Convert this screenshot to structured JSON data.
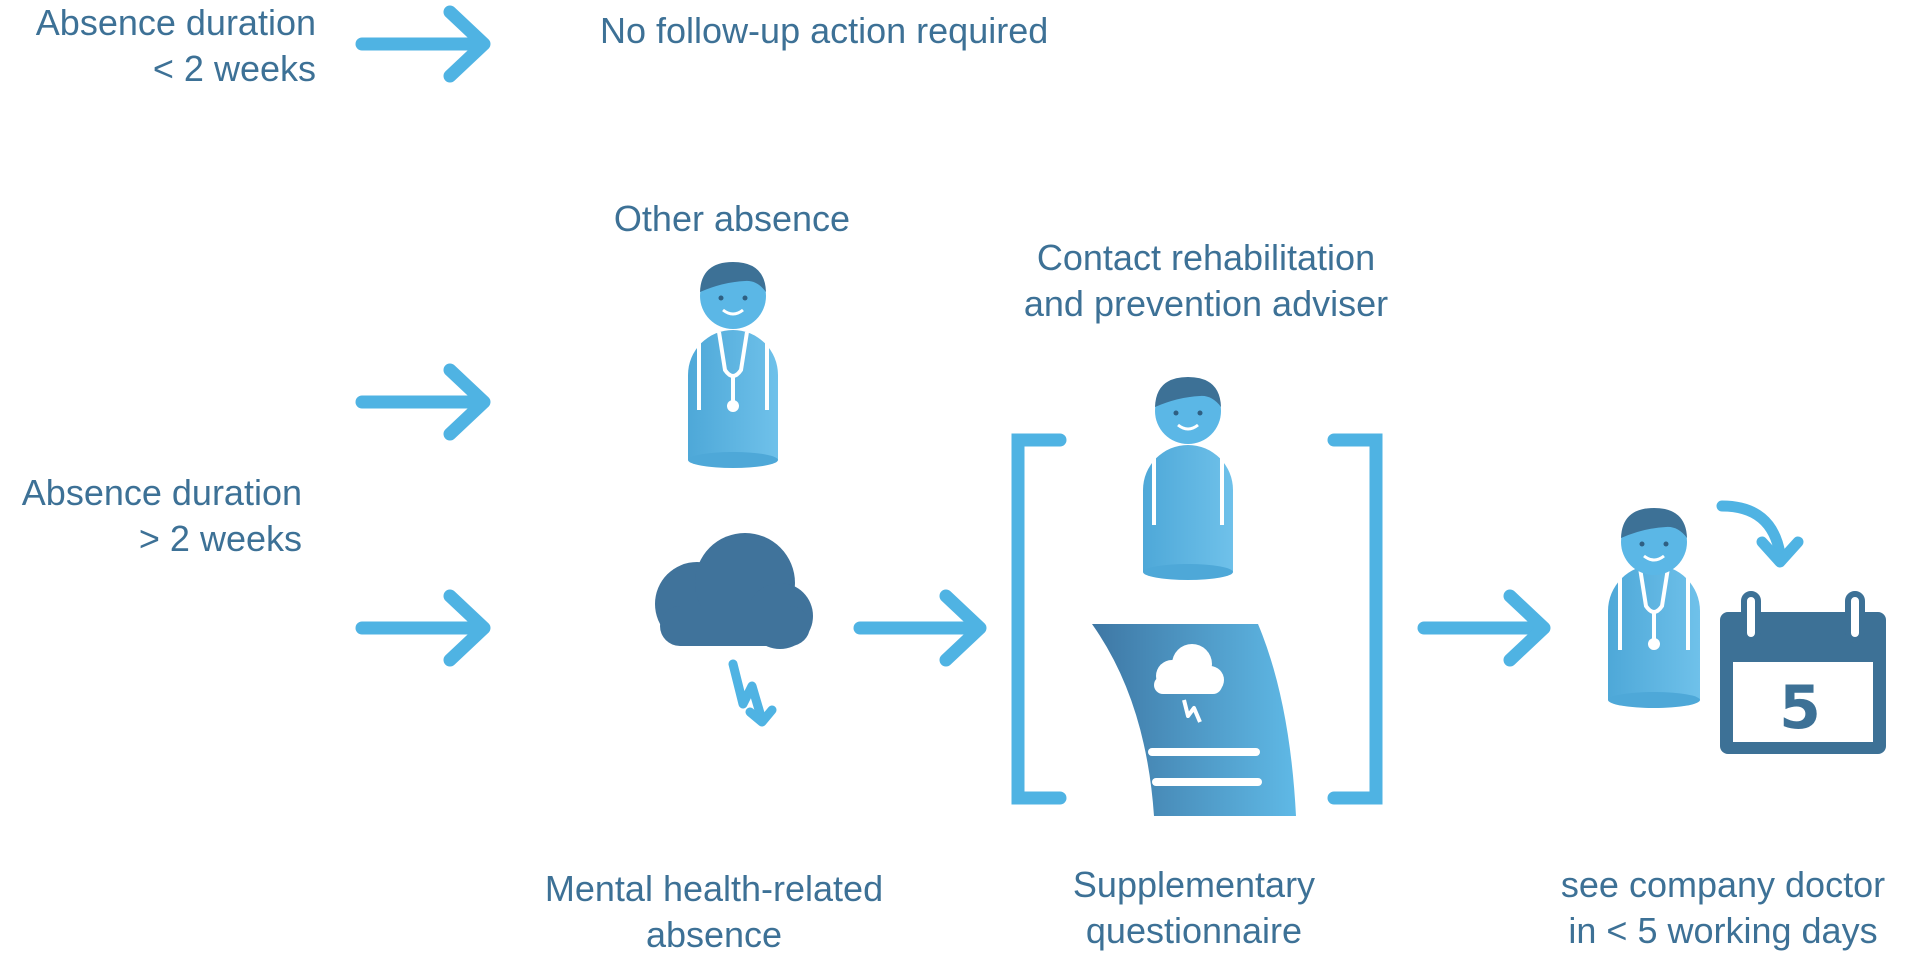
{
  "labels": {
    "short_absence": {
      "line1": "Absence duration",
      "line2": "< 2 weeks"
    },
    "no_follow_up": "No follow-up action required",
    "other_absence": "Other absence",
    "long_absence": {
      "line1": "Absence duration",
      "line2": "> 2 weeks"
    },
    "contact_adviser": {
      "line1": "Contact rehabilitation",
      "line2": "and prevention adviser"
    },
    "mental_health": {
      "line1": "Mental health-related",
      "line2": "absence"
    },
    "questionnaire": {
      "line1": "Supplementary",
      "line2": "questionnaire"
    },
    "company_doctor": {
      "line1": "see company doctor",
      "line2": "in < 5 working days"
    }
  },
  "calendar": {
    "day": "5"
  },
  "icons": {
    "arrow": "arrow-right-icon",
    "doctor": "doctor-icon",
    "storm_cloud": "storm-cloud-icon",
    "adviser": "adviser-person-icon",
    "document": "questionnaire-document-icon",
    "calendar": "calendar-icon",
    "curved_arrow": "curved-arrow-icon"
  },
  "colors": {
    "text": "#3d7196",
    "light_blue": "#4fb3e3",
    "dark_blue": "#3f7399"
  }
}
